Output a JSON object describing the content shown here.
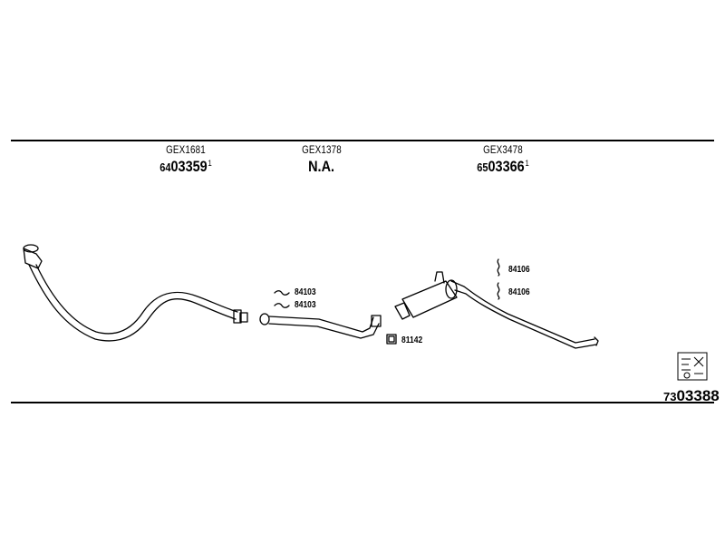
{
  "parts": [
    {
      "code": "GEX1681",
      "prefix": "64",
      "number": "03359",
      "note": "1"
    },
    {
      "code": "GEX1378",
      "prefix": "",
      "number": "N.A.",
      "note": ""
    },
    {
      "code": "GEX3478",
      "prefix": "65",
      "number": "03366",
      "note": "1"
    }
  ],
  "clamps": {
    "front_pipe_clamp_1": "84103",
    "front_pipe_clamp_2": "84103",
    "gasket": "81142",
    "rear_hanger_1": "84106",
    "rear_hanger_2": "84106"
  },
  "kit": {
    "prefix": "73",
    "number": "03388"
  },
  "icons": {
    "kit_box": "kit-box-icon"
  }
}
